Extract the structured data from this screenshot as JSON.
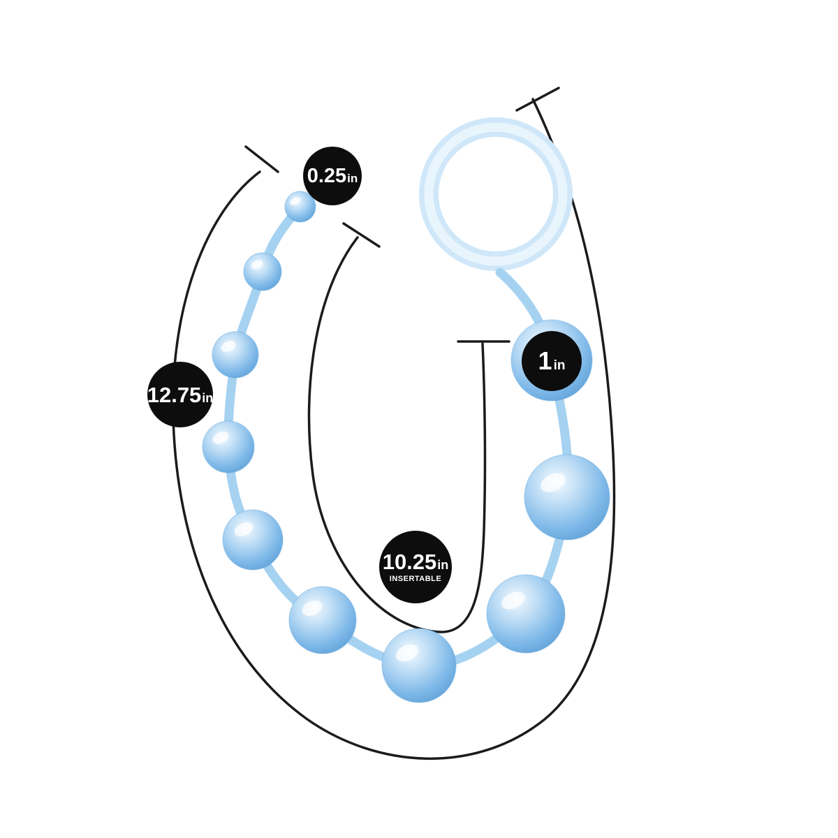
{
  "diagram": {
    "type": "product-measurement-diagram",
    "background": "#ffffff",
    "badges": {
      "bead_small": {
        "value": "0.25",
        "unit": "in"
      },
      "total_length": {
        "value": "12.75",
        "unit": "in"
      },
      "insertable": {
        "value": "10.25",
        "unit": "in",
        "note": "INSERTABLE"
      },
      "bead_large": {
        "value": "1",
        "unit": "in"
      }
    },
    "measurements": [
      {
        "name": "total-length",
        "label": "12.75in"
      },
      {
        "name": "insertable-length",
        "label": "10.25in INSERTABLE"
      },
      {
        "name": "smallest-bead-diameter",
        "label": "0.25in"
      },
      {
        "name": "largest-bead-diameter",
        "label": "1in"
      }
    ],
    "colors": {
      "bead_fill": "#8ec6ef",
      "bead_edge": "#5e9fd6",
      "cord": "#a6d2f1",
      "ring": "#cfe7f9",
      "ring_inner": "#e9f5fd",
      "badge_bg": "#0d0d0d",
      "badge_text": "#ffffff",
      "measure_line": "#1b1b1b"
    }
  }
}
